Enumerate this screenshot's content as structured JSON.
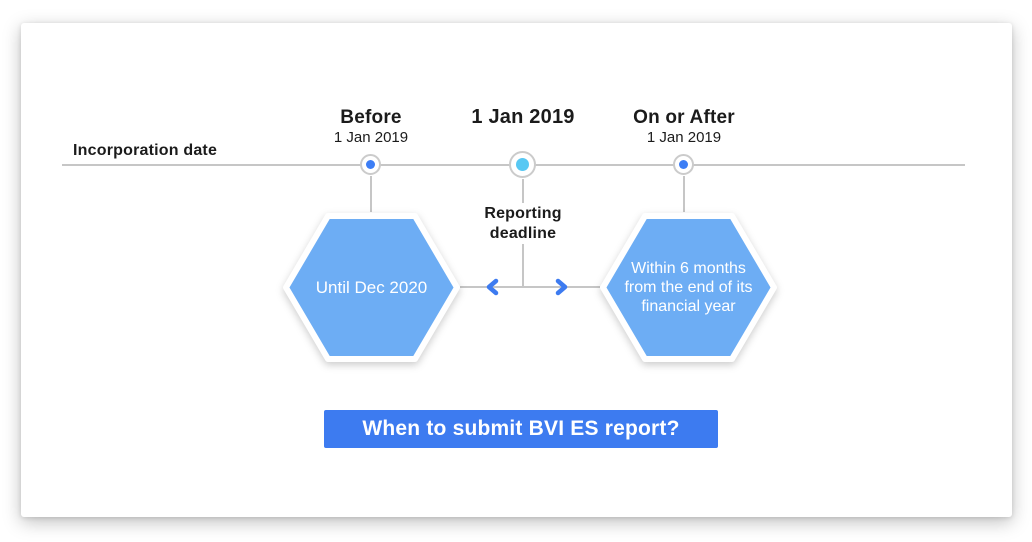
{
  "colors": {
    "accent_blue": "#3d7bf0",
    "hexagon_blue": "#6dadf4",
    "dot_blue": "#3d7ef5",
    "dot_cyan": "#58c8f3",
    "line_gray": "#c6c6c6",
    "ring_gray": "#cbcbcb",
    "text_dark": "#1b1b1b",
    "hexagon_text": "#ffffff"
  },
  "timeline": {
    "axis_label": "Incorporation date",
    "markers": [
      {
        "title": "Before",
        "subtitle": "1 Jan 2019"
      },
      {
        "title": "1 Jan 2019",
        "subtitle": ""
      },
      {
        "title": "On or After",
        "subtitle": "1 Jan 2019"
      }
    ]
  },
  "reporting": {
    "label": "Reporting\ndeadline"
  },
  "hexagons": [
    {
      "label": "Until Dec 2020"
    },
    {
      "label": "Within 6 months\nfrom the end of its\nfinancial year"
    }
  ],
  "banner": {
    "label": "When to submit BVI ES report?"
  }
}
